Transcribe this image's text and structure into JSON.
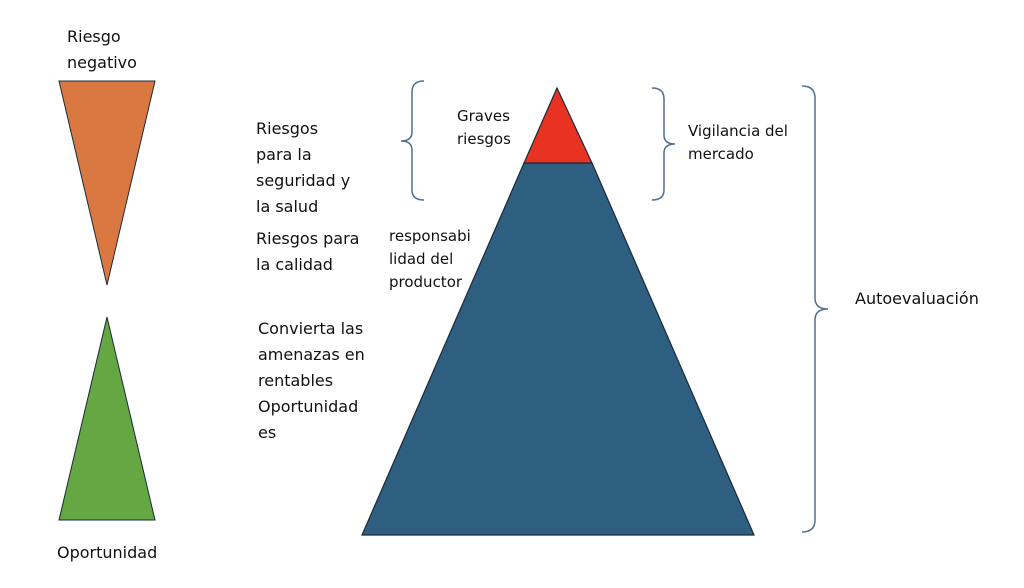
{
  "labels": {
    "negative_risk": "Riesgo\nnegativo",
    "opportunity": "Oportunidad",
    "safety_risks": "Riesgos\npara la\nseguridad y\nla salud",
    "quality_risks": "Riesgos para\nla calidad",
    "convert_threats": "Convierta las\namenazas en\nrentables\nOportunidad\nes",
    "serious_risks": "Graves\nriesgos",
    "producer_responsibility": "responsabi\nlidad del\nproductor",
    "market_surveillance": "Vigilancia del\nmercado",
    "self_assessment": "Autoevaluación"
  },
  "colors": {
    "negative": "#D97941",
    "opportunity": "#64A743",
    "pyramid": "#2E5F80",
    "pyramid_top": "#E83323",
    "brace": "#4F6F8F"
  }
}
